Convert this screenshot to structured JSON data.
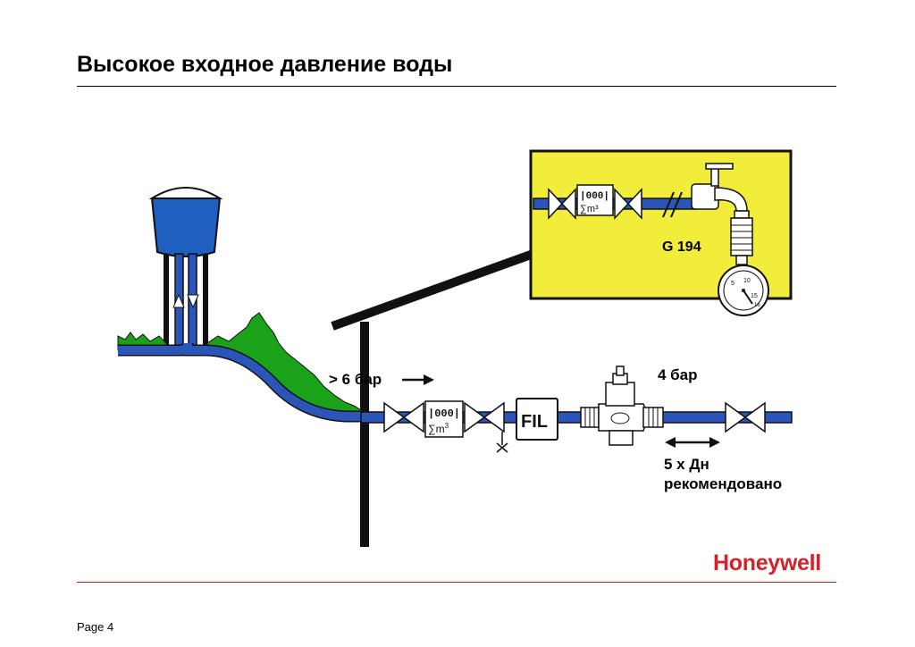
{
  "page": {
    "title": "Высокое входное давление воды",
    "page_label": "Page 4",
    "logo_text": "Honeywell"
  },
  "diagram": {
    "gauge_label": "G 194",
    "inlet_pressure": "> 6 бар",
    "outlet_pressure": "4 бар",
    "straight_run_line1": "5 x Дн",
    "straight_run_line2": "рекомендовано",
    "meter_digits": "|000|",
    "meter_unit_sigma": "∑",
    "meter_unit_m": "m",
    "meter_unit_exp": "3",
    "filter_label": "FIL",
    "gauge_scale": [
      "5",
      "10",
      "15",
      "16"
    ]
  },
  "colors": {
    "pipe_blue": "#2b55b8",
    "water_blue": "#1f5fbf",
    "grass_green": "#1aa31a",
    "inset_yellow": "#f2ec3a",
    "logo_red": "#d6202a"
  }
}
